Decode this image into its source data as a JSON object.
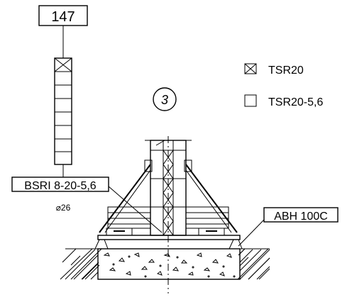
{
  "labels": {
    "top_count": "147",
    "circle_number": "3",
    "legend_crossed": "TSR20",
    "legend_plain": "TSR20-5,6",
    "left_callout": "BSRI 8-20-5,6",
    "diameter_note": "⌀26",
    "right_callout": "ABH 100C"
  },
  "colors": {
    "line": "#000000",
    "background": "#ffffff"
  }
}
